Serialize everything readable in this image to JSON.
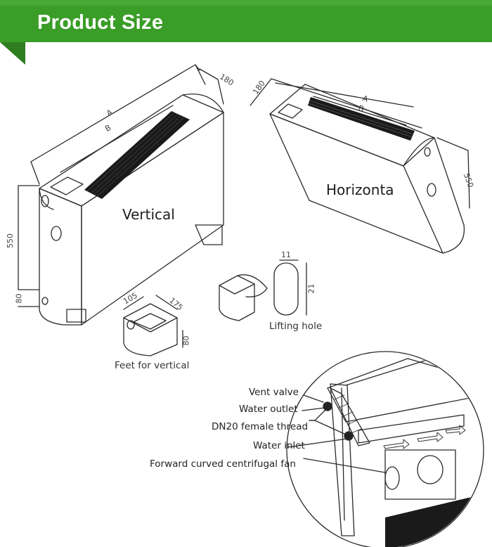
{
  "header": {
    "title": "Product Size",
    "bar_color": "#3a9d27",
    "bar_color_dark": "#2e7d1f",
    "tab_color": "#2f8a20"
  },
  "views": {
    "vertical": "Vertical",
    "horizontal": "Horizonta"
  },
  "dimensions": {
    "top_depth_left": "180",
    "top_depth_right": "180",
    "length_a_left": "A",
    "length_b_left": "B",
    "length_a_right": "A",
    "length_b_right": "B",
    "height_vertical": "550",
    "height_horizontal": "550",
    "leg_height": "80",
    "feet_width": "105",
    "feet_depth": "175",
    "feet_height": "80",
    "hole_width": "11",
    "hole_height": "21"
  },
  "captions": {
    "feet": "Feet for vertical",
    "lifting_hole": "Lifting hole"
  },
  "callouts": {
    "vent_valve": "Vent valve",
    "water_outlet": "Water outlet",
    "dn20_thread": "DN20 female thread",
    "water_inlet": "Water inlet",
    "fan": "Forward curved centrifugal fan"
  }
}
